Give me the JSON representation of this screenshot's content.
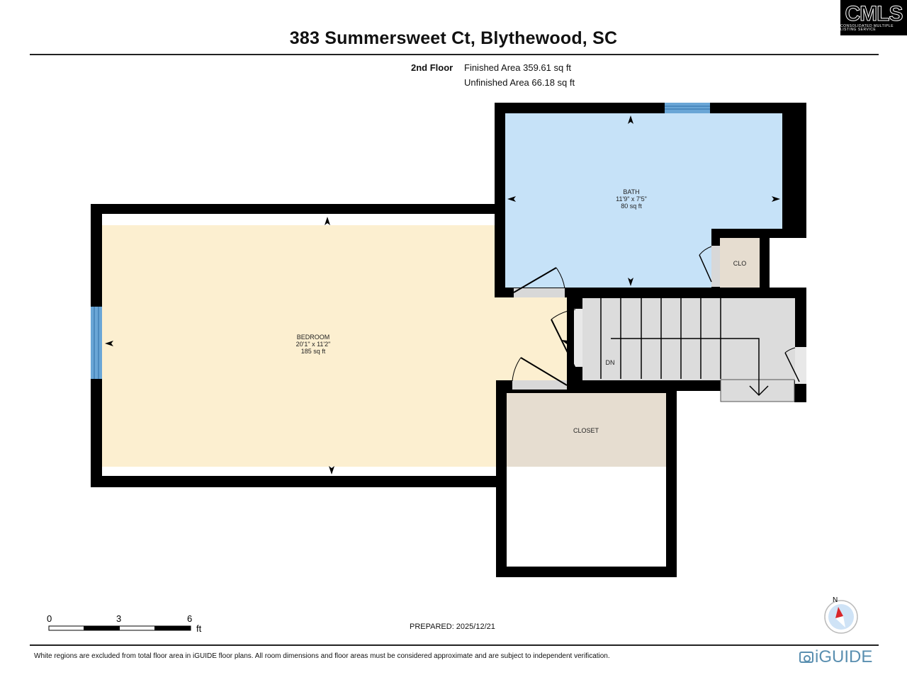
{
  "header": {
    "title": "383 Summersweet Ct, Blythewood, SC",
    "logo": {
      "big": "CMLS",
      "small": "CONSOLIDATED MULTIPLE LISTING SERVICE"
    }
  },
  "floor_info": {
    "floor": "2nd Floor",
    "finished_area": "Finished Area 359.61 sq ft",
    "unfinished_area": "Unfinished Area 66.18 sq ft"
  },
  "rooms": [
    {
      "name": "BEDROOM",
      "dimensions": "20'1\" x 11'2\"",
      "area": "185 sq ft",
      "color": "#fcefd0"
    },
    {
      "name": "BATH",
      "dimensions": "11'9\" x 7'5\"",
      "area": "80 sq ft",
      "color": "#c6e2f8"
    },
    {
      "name": "CLO",
      "color": "#e6ddd0"
    },
    {
      "name": "CLOSET",
      "color": "#e6ddd0"
    },
    {
      "name": "DN",
      "color": "#dcdcdc"
    }
  ],
  "colors": {
    "wall": "#000000",
    "window": "#6aa6d6",
    "stairs": "#dcdcdc",
    "door_threshold": "#d8d8d8"
  },
  "scale_bar": {
    "labels": [
      "0",
      "3",
      "6"
    ],
    "unit": "ft"
  },
  "compass": {
    "label": "N",
    "needle_color": "#d9262a",
    "dial_color": "#cfe3f6"
  },
  "footer": {
    "prepared": "PREPARED: 2025/12/21",
    "disclaimer": "White regions are excluded from total floor area in iGUIDE floor plans. All room dimensions and floor areas must be considered approximate and are subject to independent verification.",
    "brand": "iGUIDE"
  }
}
